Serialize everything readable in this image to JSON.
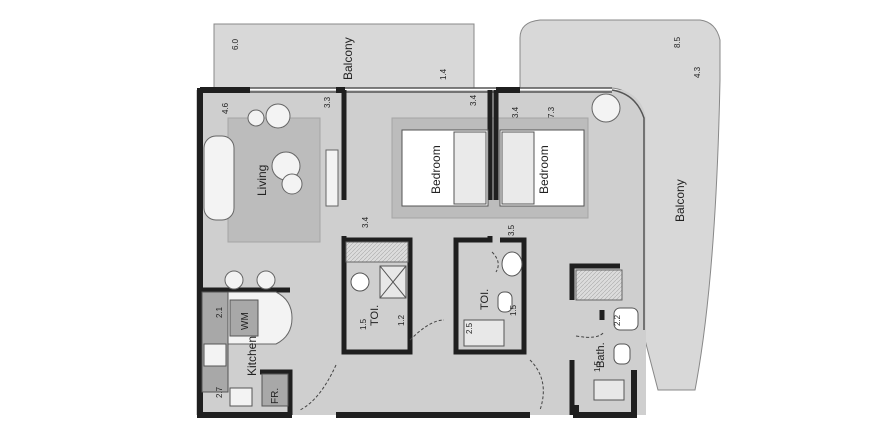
{
  "rooms": {
    "balcony_top": "Balcony",
    "balcony_right": "Balcony",
    "living": "Living",
    "bedroom_left": "Bedroom",
    "bedroom_right": "Bedroom",
    "kitchen": "Kitchen",
    "toilet_center": "TOI.",
    "toilet_right": "TOI.",
    "bath": "Bath.",
    "wm": "WM",
    "fridge": "FR."
  },
  "dimensions": {
    "balcony_top_width": "6.0",
    "balcony_top_depth": "1.4",
    "living_a": "4.6",
    "living_b": "3.3",
    "bedroom_left": "3.4",
    "bedroom_right_a": "3.4",
    "bedroom_right_b": "7.3",
    "balcony_right_a": "8.5",
    "balcony_right_b": "4.3",
    "corridor": "3.4",
    "toi_center": "1.5",
    "toi_center_b": "1.2",
    "kitchen_a": "2.1",
    "kitchen_b": "2.7",
    "toi_right_a": "3.5",
    "toi_right_b": "2.5",
    "toi_right_c": "1.5",
    "bath_a": "2.2",
    "bath_b": "1.5"
  }
}
